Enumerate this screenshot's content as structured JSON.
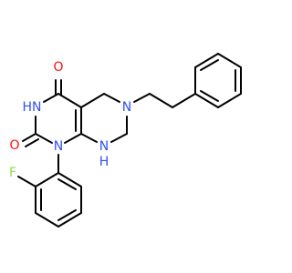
{
  "molecule": {
    "colors": {
      "bond": "#000000",
      "O": "#ff0d0d",
      "N": "#3050f8",
      "F": "#90e050",
      "background": "#ffffff"
    },
    "atoms": [
      {
        "id": "O4",
        "label": "O",
        "element": "O"
      },
      {
        "id": "O2",
        "label": "O",
        "element": "O"
      },
      {
        "id": "N3",
        "label": "HN",
        "element": "N"
      },
      {
        "id": "N1",
        "label": "N",
        "element": "N"
      },
      {
        "id": "N6",
        "label": "N",
        "element": "N"
      },
      {
        "id": "N8",
        "label": "N",
        "element": "N"
      },
      {
        "id": "H8",
        "label": "H",
        "element": "N"
      },
      {
        "id": "F",
        "label": "F",
        "element": "F"
      }
    ]
  }
}
